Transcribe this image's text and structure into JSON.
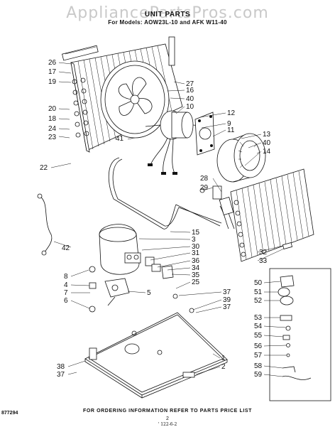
{
  "watermark": "AppliancePartsPros.com",
  "title": "UNIT PARTS",
  "models_line": "For Models: AOW23L-10 and AFK W11-40",
  "footer": "FOR ORDERING INFORMATION REFER TO PARTS PRICE LIST",
  "page_number": "2",
  "doc_number": "877294",
  "stamp": "' 122-6-2",
  "callouts": {
    "c26": "26",
    "c17": "17",
    "c19": "19",
    "c20": "20",
    "c18": "18",
    "c24": "24",
    "c23": "23",
    "c22": "22",
    "c41": "41",
    "c42": "42",
    "c27": "27",
    "c16": "16",
    "c40a": "40",
    "c10": "10",
    "c12": "12",
    "c9": "9",
    "c11": "11",
    "c13": "13",
    "c40b": "40",
    "c14": "14",
    "c28": "28",
    "c29": "29",
    "c15": "15",
    "c3": "3",
    "c30": "30",
    "c31": "31",
    "c36": "36",
    "c34": "34",
    "c35": "35",
    "c25": "25",
    "c32": "32",
    "c33": "33",
    "c8": "8",
    "c4": "4",
    "c5": "5",
    "c7": "7",
    "c6": "6",
    "c37a": "37",
    "c39": "39",
    "c37b": "37",
    "c1": "1",
    "c2": "2",
    "c38": "38",
    "c37c": "37",
    "c50": "50",
    "c51": "51",
    "c52": "52",
    "c53": "53",
    "c54": "54",
    "c55": "55",
    "c56": "56",
    "c57": "57",
    "c58": "58",
    "c59": "59"
  }
}
